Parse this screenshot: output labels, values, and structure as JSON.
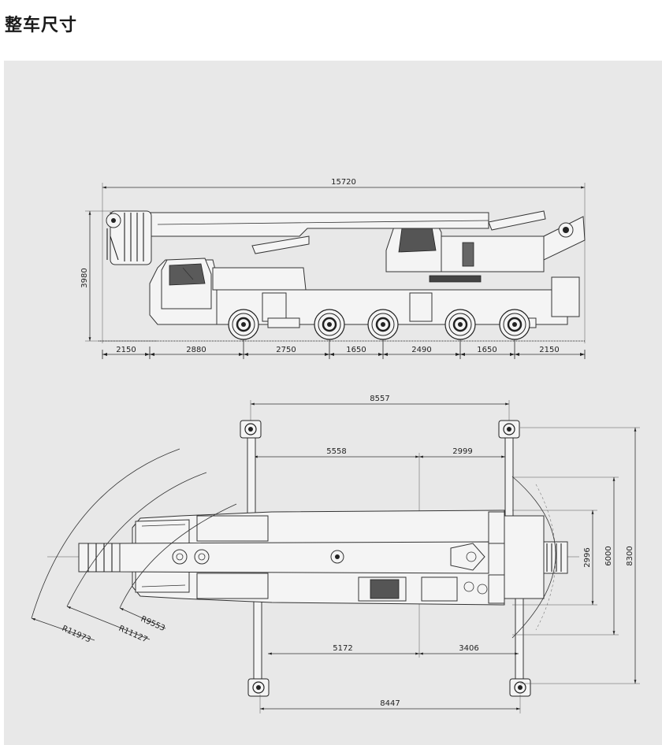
{
  "page": {
    "title": "整车尺寸"
  },
  "side_view": {
    "overall_length": "15720",
    "height": "3980",
    "segments": [
      "2150",
      "2880",
      "2750",
      "1650",
      "2490",
      "1650",
      "2150"
    ]
  },
  "top_view": {
    "front_outrigger_span": "8557",
    "rear_outrigger_span": "8447",
    "front_to_center": "5558",
    "center_to_front_right": "2999",
    "rear_to_center": "5172",
    "center_to_rear_right": "3406",
    "width_small": "2996",
    "width_mid": "6000",
    "width_full": "8300",
    "radius_outer": "R11973",
    "radius_mid": "R11127",
    "radius_inner": "R9553"
  }
}
